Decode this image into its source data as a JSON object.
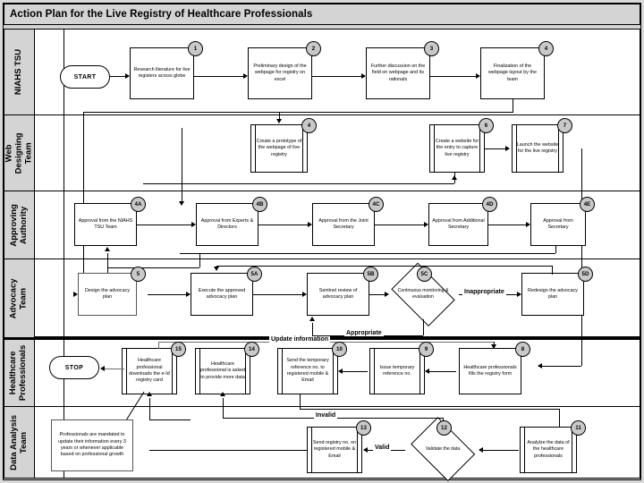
{
  "title": "Action Plan for the Live Registry of Healthcare Professionals",
  "lanes": [
    {
      "label": "NIAHS TSU"
    },
    {
      "label": "Web\nDesigning\nTeam"
    },
    {
      "label": "Approving\nAuthority"
    },
    {
      "label": "Advocacy\nTeam"
    },
    {
      "label": "Healthcare\nProfessionals"
    },
    {
      "label": "Data Analysis\nTeam"
    }
  ],
  "terminators": {
    "start": "START",
    "stop": "STOP"
  },
  "nodes": {
    "n1": {
      "badge": "1",
      "text": "Research literature for live registers across globe"
    },
    "n2": {
      "badge": "2",
      "text": "Preliminary design of the webpage for registry on excel"
    },
    "n3": {
      "badge": "3",
      "text": "Further discussion on the field on webpage and its rationals"
    },
    "n4": {
      "badge": "4",
      "text": "Finalization of the webpage layout by the team"
    },
    "n4p": {
      "badge": "4",
      "text": "Create a prototype of the webpage of live registry"
    },
    "n6": {
      "badge": "6",
      "text": "Create a website for the entry to capture live registry"
    },
    "n7": {
      "badge": "7",
      "text": "Launch the website for the live registry"
    },
    "n4a": {
      "badge": "4A",
      "text": "Approval from the NIAHS TSU Team"
    },
    "n4b": {
      "badge": "4B",
      "text": "Approval from Experts & Directors"
    },
    "n4c": {
      "badge": "4C",
      "text": "Approval from the Joint Secretary"
    },
    "n4d": {
      "badge": "4D",
      "text": "Approval from Additional Secretary"
    },
    "n4e": {
      "badge": "4E",
      "text": "Approval from Secretary"
    },
    "n5": {
      "badge": "5",
      "text": "Design the advocacy plan"
    },
    "n5a": {
      "badge": "5A",
      "text": "Execute the approved advocacy plan"
    },
    "n5b": {
      "badge": "5B",
      "text": "Sentinel review of advocacy plan"
    },
    "n5c": {
      "badge": "5C",
      "text": "Continuous monitoring & evaluation"
    },
    "n5d": {
      "badge": "5D",
      "text": "Redesign the advocacy plan"
    },
    "n15": {
      "badge": "15",
      "text": "Healthcare professional downloads the e-Id registry card"
    },
    "n14": {
      "badge": "14",
      "text": "Healthcare professional is asked to provide more data"
    },
    "n10": {
      "badge": "10",
      "text": "Send the temporary reference no. to registered mobile & Email"
    },
    "n9": {
      "badge": "9",
      "text": "Issue temporary reference no."
    },
    "n8": {
      "badge": "8",
      "text": "Healthcare professionals fills the registry form"
    },
    "n13": {
      "badge": "13",
      "text": "Send registry no. on registered mobile & Email"
    },
    "n12": {
      "badge": "12",
      "text": "Validate the data"
    },
    "n11": {
      "badge": "11",
      "text": "Analylze the data of the healthcare professionals"
    },
    "note": {
      "badge": "",
      "text": "Professionals are mandated to update their information every 3 years or whenever applicable based on professional growth"
    }
  },
  "edge_labels": {
    "inappropriate": "Inappropriate",
    "appropriate": "Appropriate",
    "update_information": "Update information",
    "invalid": "Invalid",
    "valid": "Valid"
  },
  "colors": {
    "page_background": "#d4d4d4",
    "lane_header_fill": "#d4d4d4",
    "node_fill": "#ffffff",
    "badge_fill": "#c9c9c9",
    "stroke": "#000000"
  }
}
